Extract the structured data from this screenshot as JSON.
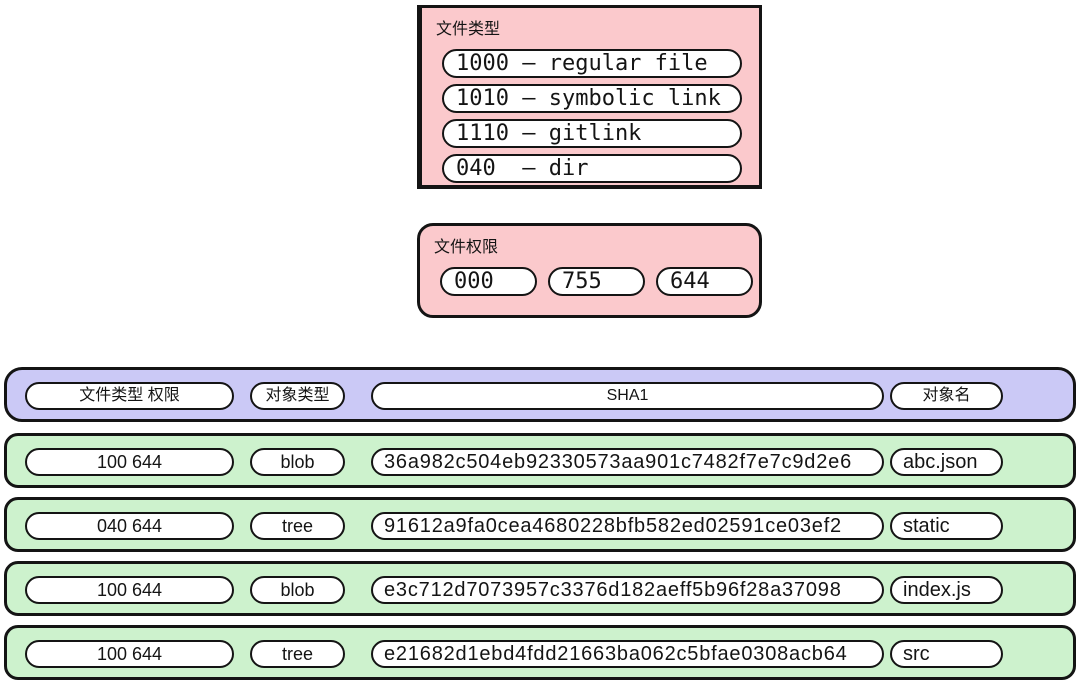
{
  "file_type_box": {
    "title": "文件类型",
    "items": [
      "1000 – regular file",
      "1010 – symbolic link",
      "1110 – gitlink",
      "040  – dir"
    ]
  },
  "file_perm_box": {
    "title": "文件权限",
    "items": [
      "000",
      "755",
      "644"
    ]
  },
  "header_row": {
    "columns": [
      "文件类型 权限",
      "对象类型",
      "SHA1",
      "对象名"
    ]
  },
  "entries": [
    {
      "mode": "100 644",
      "type": "blob",
      "sha1": "36a982c504eb92330573aa901c7482f7e7c9d2e6",
      "name": "abc.json"
    },
    {
      "mode": "040 644",
      "type": "tree",
      "sha1": "91612a9fa0cea4680228bfb582ed02591ce03ef2",
      "name": "static"
    },
    {
      "mode": "100 644",
      "type": "blob",
      "sha1": "e3c712d7073957c3376d182aeff5b96f28a37098",
      "name": "index.js"
    },
    {
      "mode": "100 644",
      "type": "tree",
      "sha1": "e21682d1ebd4fdd21663ba062c5bfae0308acb64",
      "name": "src"
    }
  ],
  "colors": {
    "pink": "#fbc9cc",
    "purple": "#cbc9f6",
    "green": "#cdf2cd",
    "ink": "#141414"
  }
}
